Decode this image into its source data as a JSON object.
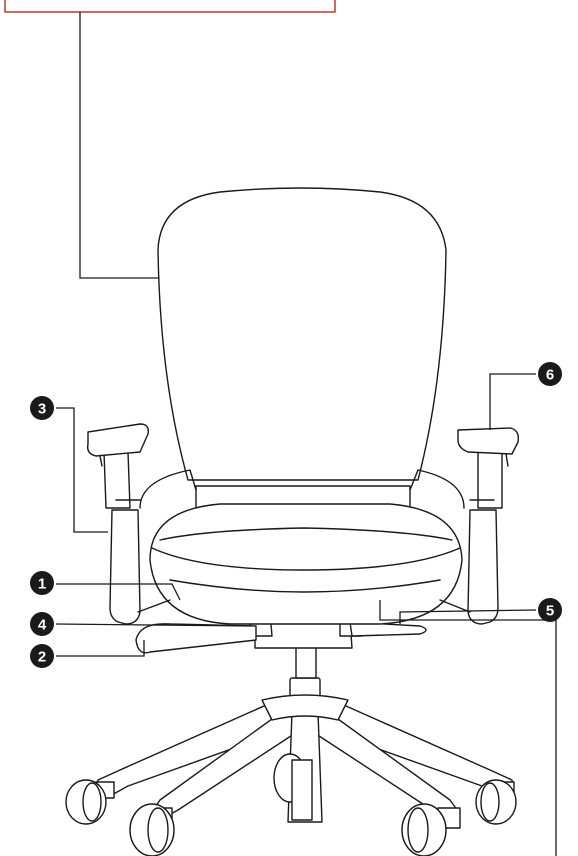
{
  "diagram": {
    "label_box_color": "#c0392b",
    "callouts": [
      {
        "id": "1",
        "label": "1"
      },
      {
        "id": "2",
        "label": "2"
      },
      {
        "id": "3",
        "label": "3"
      },
      {
        "id": "4",
        "label": "4"
      },
      {
        "id": "5",
        "label": "5"
      },
      {
        "id": "6",
        "label": "6"
      }
    ]
  }
}
